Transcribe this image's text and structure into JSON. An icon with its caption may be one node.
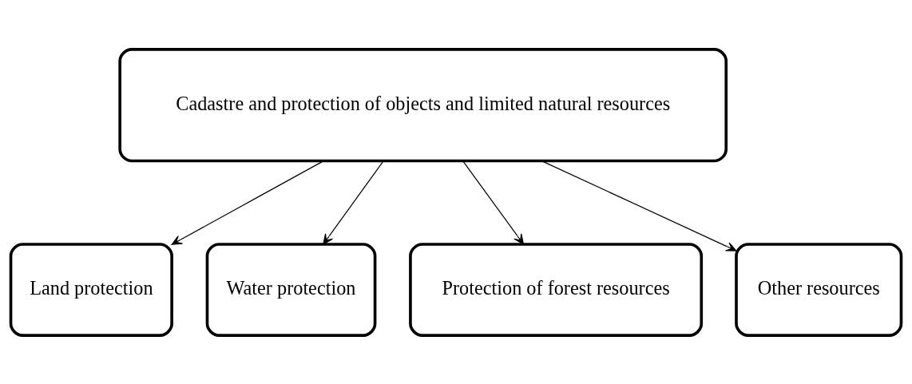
{
  "diagram": {
    "nodes": [
      {
        "text": [
          "Cadastre and protection of objects and limited natural resources"
        ]
      },
      {
        "text": [
          "Land protection"
        ]
      },
      {
        "text": [
          "Water protection"
        ]
      },
      {
        "text": [
          "Protection of forest resources"
        ]
      },
      {
        "text": [
          "Other resources"
        ]
      }
    ],
    "edges": [
      {
        "from": 0,
        "to": 1,
        "arrow": "to"
      },
      {
        "from": 0,
        "to": 2,
        "arrow": "to"
      },
      {
        "from": 0,
        "to": 3,
        "arrow": "to"
      },
      {
        "from": 0,
        "to": 4,
        "arrow": "to"
      }
    ]
  }
}
